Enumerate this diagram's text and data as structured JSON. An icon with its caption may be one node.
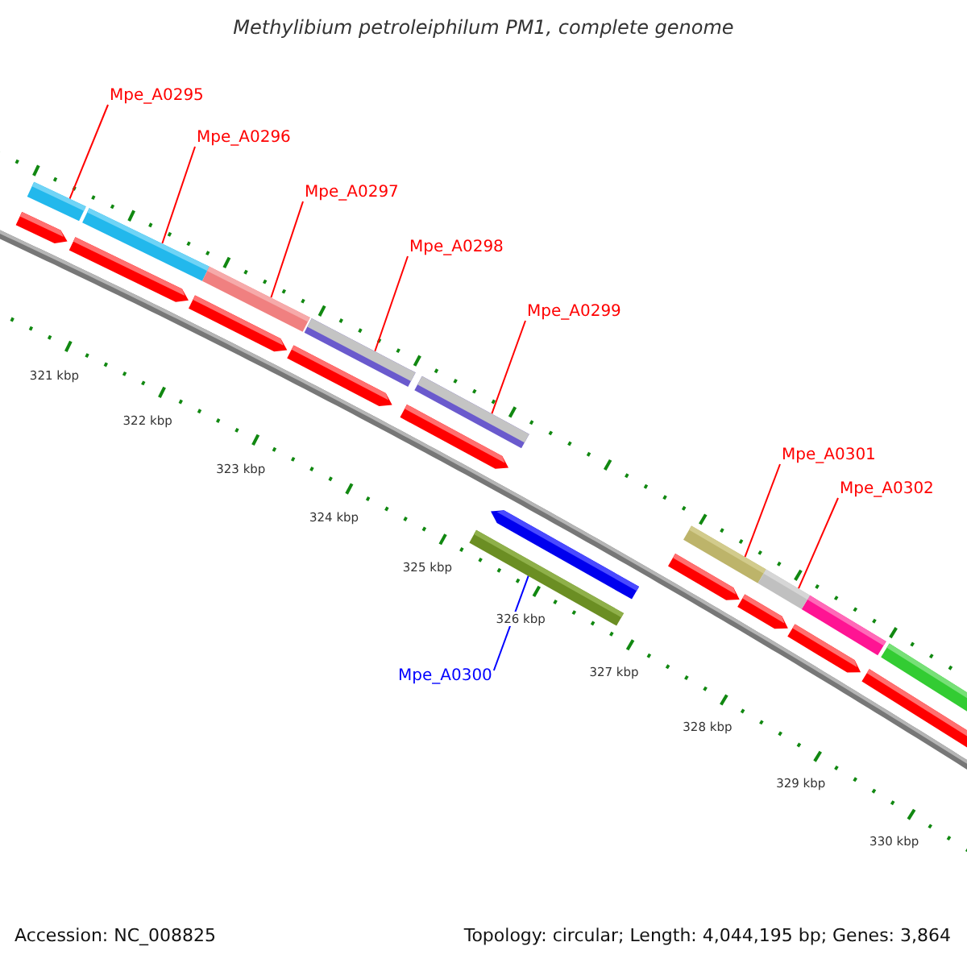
{
  "diagram": {
    "title": "Methylibium petroleiphilum PM1, complete genome",
    "nodes": [
      {
        "text": [
          "Mpe_A0295"
        ]
      },
      {
        "text": [
          "Mpe_A0296"
        ]
      },
      {
        "text": [
          "Mpe_A0297"
        ]
      },
      {
        "text": [
          "Mpe_A0298"
        ]
      },
      {
        "text": [
          "Mpe_A0299"
        ]
      },
      {
        "text": [
          "Mpe_A0301"
        ]
      },
      {
        "text": [
          "Mpe_A0302"
        ]
      },
      {
        "text": [
          "Mpe_A0300"
        ]
      },
      {
        "text": [],
        "shape": "bar"
      },
      {
        "text": [],
        "shape": "bar"
      },
      {
        "text": [],
        "shape": "bar"
      },
      {
        "text": [],
        "shape": "bar"
      },
      {
        "text": [],
        "shape": "bar"
      },
      {
        "text": [],
        "shape": "bar"
      },
      {
        "text": [],
        "shape": "bar"
      },
      {
        "text": [],
        "shape": "bar"
      }
    ],
    "edges": [
      {
        "from": 0,
        "to": 8,
        "arrow": "none"
      },
      {
        "from": 1,
        "to": 9,
        "arrow": "none"
      },
      {
        "from": 2,
        "to": 10,
        "arrow": "none"
      },
      {
        "from": 3,
        "to": 11,
        "arrow": "none"
      },
      {
        "from": 4,
        "to": 12,
        "arrow": "none"
      },
      {
        "from": 5,
        "to": 14,
        "arrow": "none"
      },
      {
        "from": 6,
        "to": 15,
        "arrow": "none"
      },
      {
        "from": 7,
        "to": 13,
        "arrow": "none",
        "color": "#0000ff"
      }
    ],
    "labels": [
      "321 kbp",
      "322 kbp",
      "323 kbp",
      "324 kbp",
      "325 kbp",
      "326 kbp",
      "327 kbp",
      "328 kbp",
      "329 kbp",
      "330 kbp",
      "Accession: NC_008825",
      "Topology: circular; Length: 4,044,195 bp; Genes: 3,864"
    ]
  }
}
